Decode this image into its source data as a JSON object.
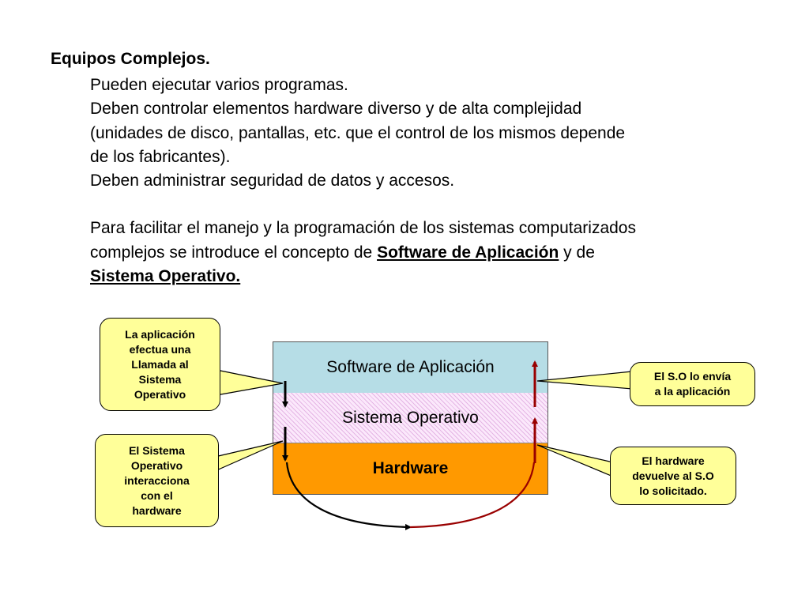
{
  "heading": "Equipos Complejos.",
  "paragraphs": {
    "p1": "Pueden ejecutar varios programas.",
    "p2_line1": "Deben controlar elementos hardware diverso y de alta complejidad",
    "p2_line2": "(unidades de disco, pantallas, etc. que el control de los mismos depende",
    "p2_line3": "de los fabricantes).",
    "p3": "Deben administrar seguridad de datos y accesos.",
    "p4_line1": "Para facilitar el manejo y la programación de los sistemas computarizados",
    "p4_line2_prefix": "complejos se introduce el concepto de ",
    "p4_term1": "Software de Aplicación",
    "p4_line2_mid": " y de",
    "p4_term2": "Sistema Operativo."
  },
  "diagram": {
    "layers": {
      "application": "Software de Aplicación",
      "os": "Sistema Operativo",
      "hardware": "Hardware"
    },
    "callouts": {
      "app_call": [
        "La aplicación",
        "efectua una",
        "Llamada al",
        "Sistema",
        "Operativo"
      ],
      "os_hw": [
        "El Sistema",
        "Operativo",
        "interacciona",
        "con el",
        "hardware"
      ],
      "os_send": [
        "El S.O lo envía",
        "a la aplicación"
      ],
      "hw_return": [
        "El hardware",
        "devuelve al S.O",
        "lo solicitado."
      ]
    },
    "colors": {
      "application_layer": "#b6dde6",
      "os_layer": "#fbe8fb",
      "hardware_layer": "#ff9900",
      "callout_fill": "#ffff99",
      "down_arrow": "#000000",
      "up_arrow": "#990000"
    }
  }
}
